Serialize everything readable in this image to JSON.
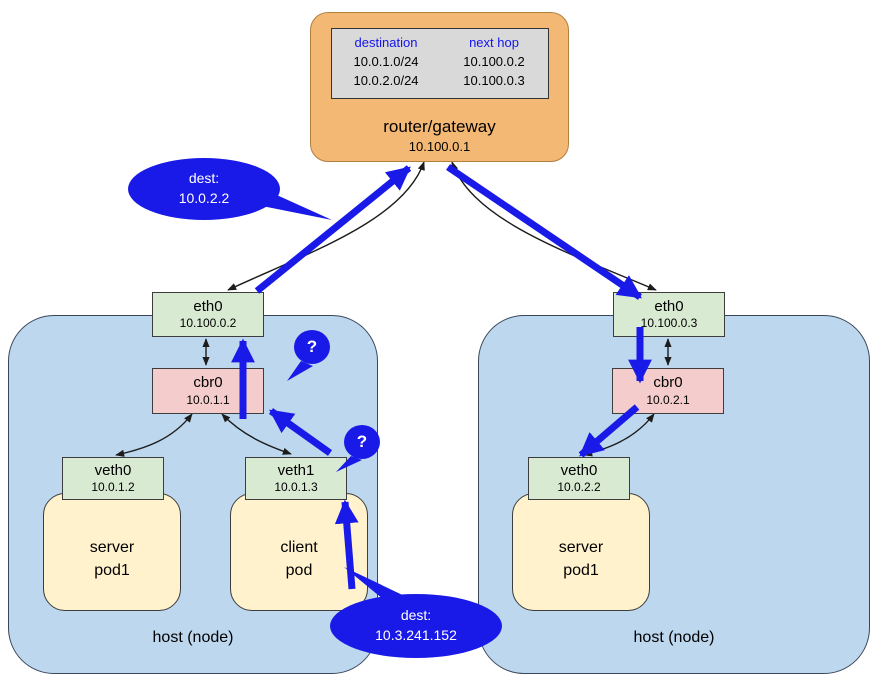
{
  "diagram": {
    "router": {
      "label": "router/gateway",
      "ip": "10.100.0.1",
      "routing_table": {
        "headers": {
          "destination": "destination",
          "next_hop": "next hop"
        },
        "rows": [
          {
            "destination": "10.0.1.0/24",
            "next_hop": "10.100.0.2"
          },
          {
            "destination": "10.0.2.0/24",
            "next_hop": "10.100.0.3"
          }
        ]
      }
    },
    "hosts": {
      "left": {
        "label": "host (node)",
        "interfaces": {
          "eth0": {
            "name": "eth0",
            "ip": "10.100.0.2"
          },
          "cbr0": {
            "name": "cbr0",
            "ip": "10.0.1.1"
          },
          "veth0": {
            "name": "veth0",
            "ip": "10.0.1.2"
          },
          "veth1": {
            "name": "veth1",
            "ip": "10.0.1.3"
          }
        },
        "pods": {
          "server": {
            "line1": "server",
            "line2": "pod1"
          },
          "client": {
            "line1": "client",
            "line2": "pod"
          }
        }
      },
      "right": {
        "label": "host (node)",
        "interfaces": {
          "eth0": {
            "name": "eth0",
            "ip": "10.100.0.3"
          },
          "cbr0": {
            "name": "cbr0",
            "ip": "10.0.2.1"
          },
          "veth0": {
            "name": "veth0",
            "ip": "10.0.2.2"
          }
        },
        "pods": {
          "server": {
            "line1": "server",
            "line2": "pod1"
          }
        }
      }
    },
    "callouts": {
      "dest_top": {
        "line1": "dest:",
        "line2": "10.0.2.2"
      },
      "dest_bottom": {
        "line1": "dest:",
        "line2": "10.3.241.152"
      },
      "question_eth0": "?",
      "question_veth1": "?"
    },
    "colors": {
      "arrow_blue": "#1a1ae8",
      "router_fill": "#f3b873",
      "host_fill": "#bdd7ee",
      "nic_green": "#d9ead3",
      "bridge_pink": "#f4cccc",
      "pod_yellow": "#fff2cc",
      "table_gray": "#d9d9d9",
      "table_header_blue": "#1414ee"
    }
  }
}
